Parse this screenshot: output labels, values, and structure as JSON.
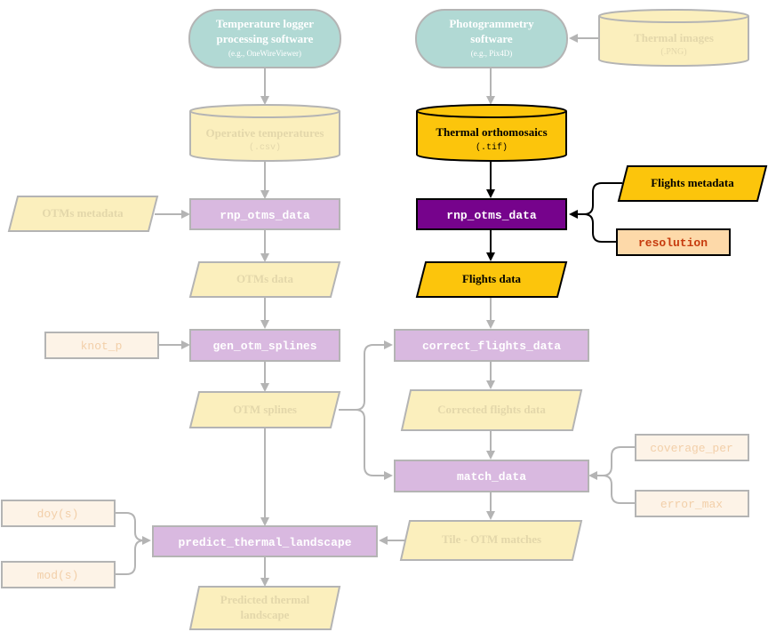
{
  "left": {
    "temp_software": {
      "title_line1": "Temperature logger",
      "title_line2": "processing software",
      "subtitle": "(e.g., OneWireViewer)"
    },
    "operative_temps": {
      "title": "Operative  temperatures",
      "subtitle": "(.csv)"
    },
    "otms_metadata": "OTMs metadata",
    "rnp_otms_data": "rnp_otms_data",
    "otms_data": "OTMs data",
    "knot_p": "knot_p",
    "gen_otm_splines": "gen_otm_splines",
    "otm_splines": "OTM splines",
    "doy": "doy(s)",
    "mod": "mod(s)",
    "predict": "predict_thermal_landscape",
    "predicted_line1": "Predicted thermal",
    "predicted_line2": "landscape"
  },
  "right": {
    "photo_software": {
      "title_line1": "Photogrammetry",
      "title_line2": "software",
      "subtitle": "(e.g., Pix4D)"
    },
    "thermal_images": {
      "title": "Thermal images",
      "subtitle": "(.PNG)"
    },
    "thermal_ortho": {
      "title": "Thermal orthomosaics",
      "subtitle": "(.tif)"
    },
    "rnp_otms_data": "rnp_otms_data",
    "flights_metadata": "Flights metadata",
    "resolution": "resolution",
    "flights_data": "Flights data",
    "correct_flights": "correct_flights_data",
    "corrected_flights": "Corrected flights data",
    "match_data": "match_data",
    "coverage_per": "coverage_per",
    "error_max": "error_max",
    "tile_matches": "Tile - OTM matches"
  },
  "colors": {
    "teal": "#b1d9d4",
    "cream": "#fbefbd",
    "lilac": "#d9b9e0",
    "peach": "#fdf3e7",
    "gold": "#fcc50c",
    "purple": "#76038c",
    "orange_param": "#fdd9a9",
    "dark_red_text": "#c63a0d",
    "grey": "#b4b4b4"
  }
}
